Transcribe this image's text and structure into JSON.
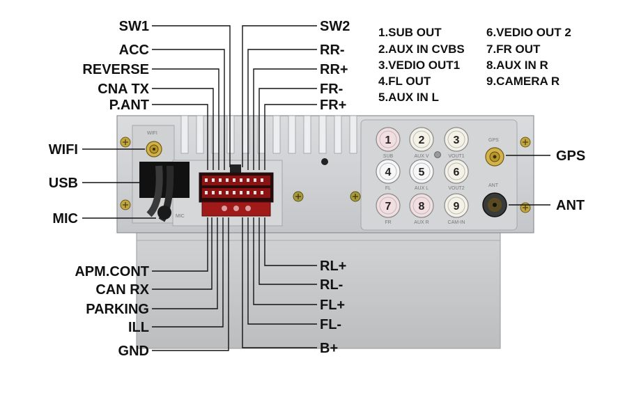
{
  "diagram": {
    "left_labels": [
      {
        "key": "sw1",
        "text": "SW1"
      },
      {
        "key": "acc",
        "text": "ACC"
      },
      {
        "key": "reverse",
        "text": "REVERSE"
      },
      {
        "key": "cna_tx",
        "text": "CNA TX"
      },
      {
        "key": "p_ant",
        "text": "P.ANT"
      },
      {
        "key": "wifi",
        "text": "WIFI"
      },
      {
        "key": "usb",
        "text": "USB"
      },
      {
        "key": "mic",
        "text": "MIC"
      },
      {
        "key": "apm_cont",
        "text": "APM.CONT"
      },
      {
        "key": "can_rx",
        "text": "CAN RX"
      },
      {
        "key": "parking",
        "text": "PARKING"
      },
      {
        "key": "ill",
        "text": "ILL"
      },
      {
        "key": "gnd",
        "text": "GND"
      }
    ],
    "right_labels": [
      {
        "key": "sw2",
        "text": "SW2"
      },
      {
        "key": "rr_minus",
        "text": "RR-"
      },
      {
        "key": "rr_plus",
        "text": "RR+"
      },
      {
        "key": "fr_minus",
        "text": "FR-"
      },
      {
        "key": "fr_plus",
        "text": "FR+"
      },
      {
        "key": "gps",
        "text": "GPS"
      },
      {
        "key": "ant",
        "text": "ANT"
      },
      {
        "key": "rl_plus",
        "text": "RL+"
      },
      {
        "key": "rl_minus",
        "text": "RL-"
      },
      {
        "key": "fl_plus",
        "text": "FL+"
      },
      {
        "key": "fl_minus",
        "text": "FL-"
      },
      {
        "key": "b_plus",
        "text": "B+"
      }
    ],
    "legend": [
      "1.SUB OUT",
      "2.AUX IN CVBS",
      "3.VEDIO OUT1",
      "4.FL OUT",
      "5.AUX IN L",
      "6.VEDIO OUT 2",
      "7.FR OUT",
      "8.AUX IN R",
      "9.CAMERA R"
    ],
    "rca_jacks": [
      {
        "num": "1",
        "tag": "SUB",
        "color": "#f2dde0"
      },
      {
        "num": "2",
        "tag": "AUX V",
        "color": "#f4f2e6"
      },
      {
        "num": "3",
        "tag": "VOUT1",
        "color": "#f4f2e6"
      },
      {
        "num": "4",
        "tag": "FL",
        "color": "#f7f7f7"
      },
      {
        "num": "5",
        "tag": "AUX L",
        "color": "#f7f7f7"
      },
      {
        "num": "6",
        "tag": "VOUT2",
        "color": "#f4f2e6"
      },
      {
        "num": "7",
        "tag": "FR",
        "color": "#f2dde0"
      },
      {
        "num": "8",
        "tag": "AUX R",
        "color": "#f2dde0"
      },
      {
        "num": "9",
        "tag": "CAM-IN",
        "color": "#f4f2e6"
      }
    ],
    "panel_marks": {
      "wifi": "WIFI",
      "mic": "MIC",
      "gps": "GPS",
      "ant": "ANT"
    }
  }
}
